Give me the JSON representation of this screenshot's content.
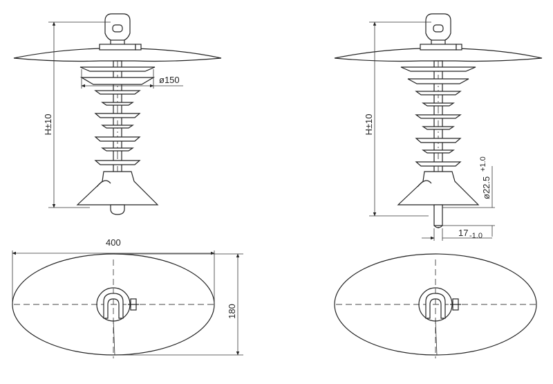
{
  "diagram": {
    "left_view": {
      "height_label": "H±10",
      "shed_diameter_label": "ø150"
    },
    "right_view": {
      "height_label": "H±10",
      "rod_diameter_label": "ø22.5",
      "rod_diameter_tolerance": "+1.0",
      "rod_length_label": "17",
      "rod_length_tolerance": "-1.0"
    },
    "plan_view": {
      "width_label": "400",
      "height_label": "180"
    }
  }
}
